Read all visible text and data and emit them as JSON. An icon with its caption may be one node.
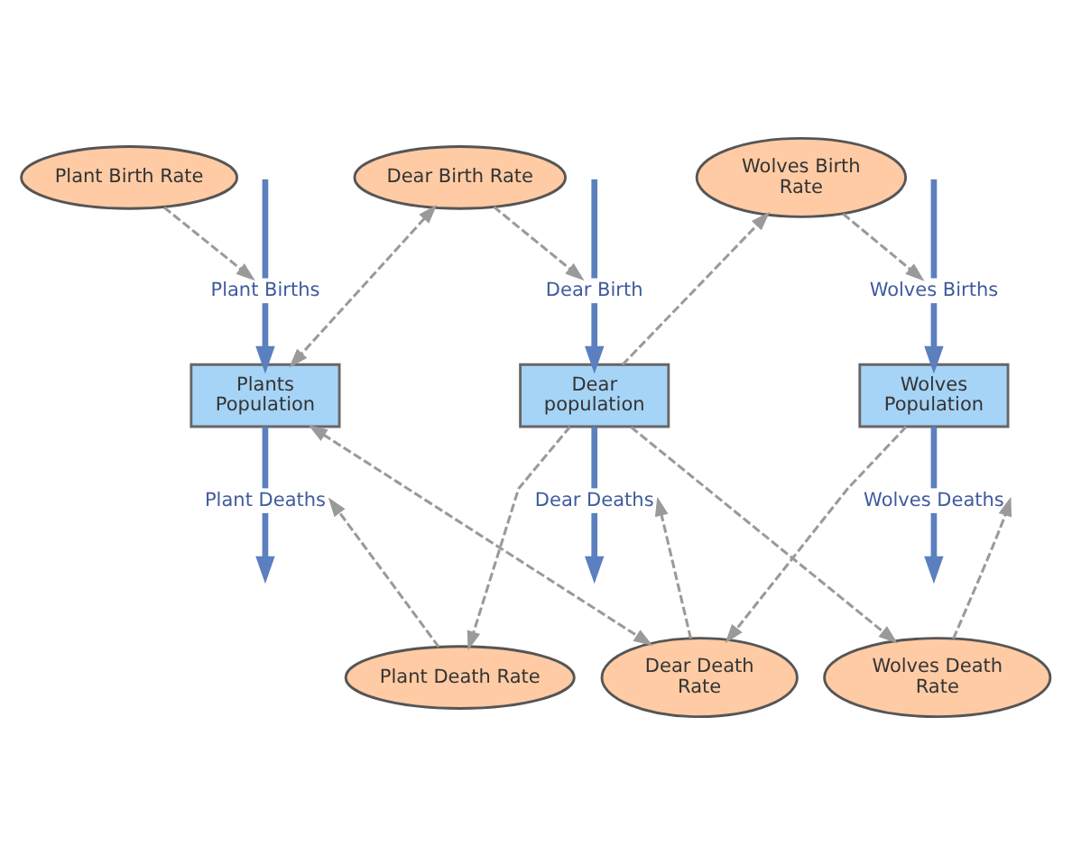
{
  "diagram": {
    "nodes": [
      {
        "text": [
          "Plant Birth Rate"
        ]
      },
      {
        "text": [
          "Dear Birth Rate"
        ]
      },
      {
        "text": [
          "Wolves Birth Rate"
        ]
      },
      {
        "text": [
          "Plant Births"
        ]
      },
      {
        "text": [
          "Dear Birth"
        ]
      },
      {
        "text": [
          "Wolves Births"
        ]
      },
      {
        "text": [
          "Plants Population"
        ]
      },
      {
        "text": [
          "Dear population"
        ]
      },
      {
        "text": [
          "Wolves Population"
        ]
      },
      {
        "text": [
          "Plant Deaths"
        ]
      },
      {
        "text": [
          "Dear Deaths"
        ]
      },
      {
        "text": [
          "Wolves Deaths"
        ]
      },
      {
        "text": [
          "Plant Death Rate"
        ]
      },
      {
        "text": [
          "Dear Death Rate"
        ]
      },
      {
        "text": [
          "Wolves Death Rate"
        ]
      }
    ],
    "edges": [
      {
        "from": null,
        "to": 3,
        "arrow": "none",
        "style": "thick",
        "color": "#5b7fbf"
      },
      {
        "from": 3,
        "to": 6,
        "arrow": "to",
        "style": "thick",
        "color": "#5b7fbf"
      },
      {
        "from": null,
        "to": 4,
        "arrow": "none",
        "style": "thick",
        "color": "#5b7fbf"
      },
      {
        "from": 4,
        "to": 7,
        "arrow": "to",
        "style": "thick",
        "color": "#5b7fbf"
      },
      {
        "from": null,
        "to": 5,
        "arrow": "none",
        "style": "thick",
        "color": "#5b7fbf"
      },
      {
        "from": 5,
        "to": 8,
        "arrow": "to",
        "style": "thick",
        "color": "#5b7fbf"
      },
      {
        "from": 6,
        "to": 9,
        "arrow": "none",
        "style": "thick",
        "color": "#5b7fbf"
      },
      {
        "from": 9,
        "to": null,
        "arrow": "to",
        "style": "thick",
        "color": "#5b7fbf"
      },
      {
        "from": 7,
        "to": 10,
        "arrow": "none",
        "style": "thick",
        "color": "#5b7fbf"
      },
      {
        "from": 10,
        "to": null,
        "arrow": "to",
        "style": "thick",
        "color": "#5b7fbf"
      },
      {
        "from": 8,
        "to": 11,
        "arrow": "none",
        "style": "thick",
        "color": "#5b7fbf"
      },
      {
        "from": 11,
        "to": null,
        "arrow": "to",
        "style": "thick",
        "color": "#5b7fbf"
      },
      {
        "from": 0,
        "to": 3,
        "arrow": "to",
        "style": "dashed"
      },
      {
        "from": 1,
        "to": 6,
        "arrow": "both",
        "style": "dashed"
      },
      {
        "from": 1,
        "to": 4,
        "arrow": "to",
        "style": "dashed"
      },
      {
        "from": 7,
        "to": 2,
        "arrow": "to",
        "style": "dashed"
      },
      {
        "from": 2,
        "to": 5,
        "arrow": "to",
        "style": "dashed"
      },
      {
        "from": 12,
        "to": 9,
        "arrow": "to",
        "style": "dashed"
      },
      {
        "from": 7,
        "to": 12,
        "arrow": "to",
        "style": "dashed"
      },
      {
        "from": 6,
        "to": 13,
        "arrow": "both",
        "style": "dashed"
      },
      {
        "from": 13,
        "to": 10,
        "arrow": "to",
        "style": "dashed"
      },
      {
        "from": 7,
        "to": 14,
        "arrow": "to",
        "style": "dashed"
      },
      {
        "from": 8,
        "to": 13,
        "arrow": "to",
        "style": "dashed"
      },
      {
        "from": 14,
        "to": 11,
        "arrow": "to",
        "style": "dashed"
      }
    ]
  }
}
